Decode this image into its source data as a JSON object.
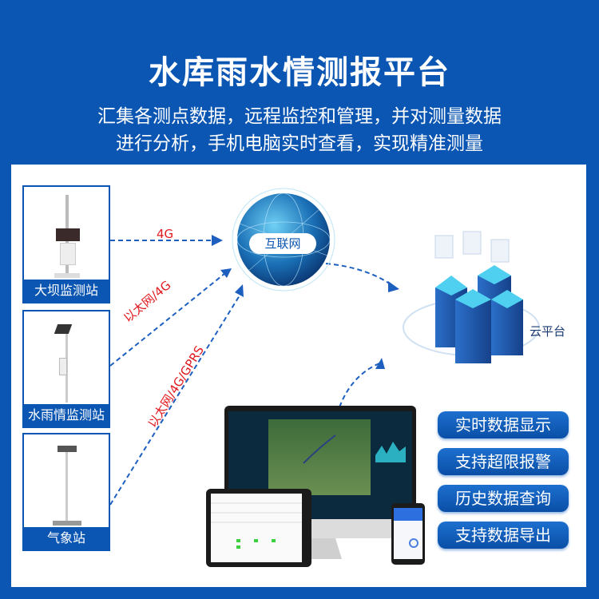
{
  "title": "水库雨水情测报平台",
  "subtitle_lines": [
    "汇集各测点数据，远程监控和管理，并对测量数据",
    "进行分析，手机电脑实时查看，实现精准测量"
  ],
  "stations": [
    {
      "label": "大坝监测站"
    },
    {
      "label": "水雨情监测站"
    },
    {
      "label": "气象站"
    }
  ],
  "links": {
    "l1": "4G",
    "l2": "以太网/4G",
    "l3": "以太网/4G/GPRS"
  },
  "internet": "互联网",
  "cloud": "云平台",
  "features": [
    "实时数据显示",
    "支持超限报警",
    "历史数据查询",
    "支持数据导出"
  ],
  "colors": {
    "brand": "#0b56b2",
    "link_text": "#e0191f"
  }
}
